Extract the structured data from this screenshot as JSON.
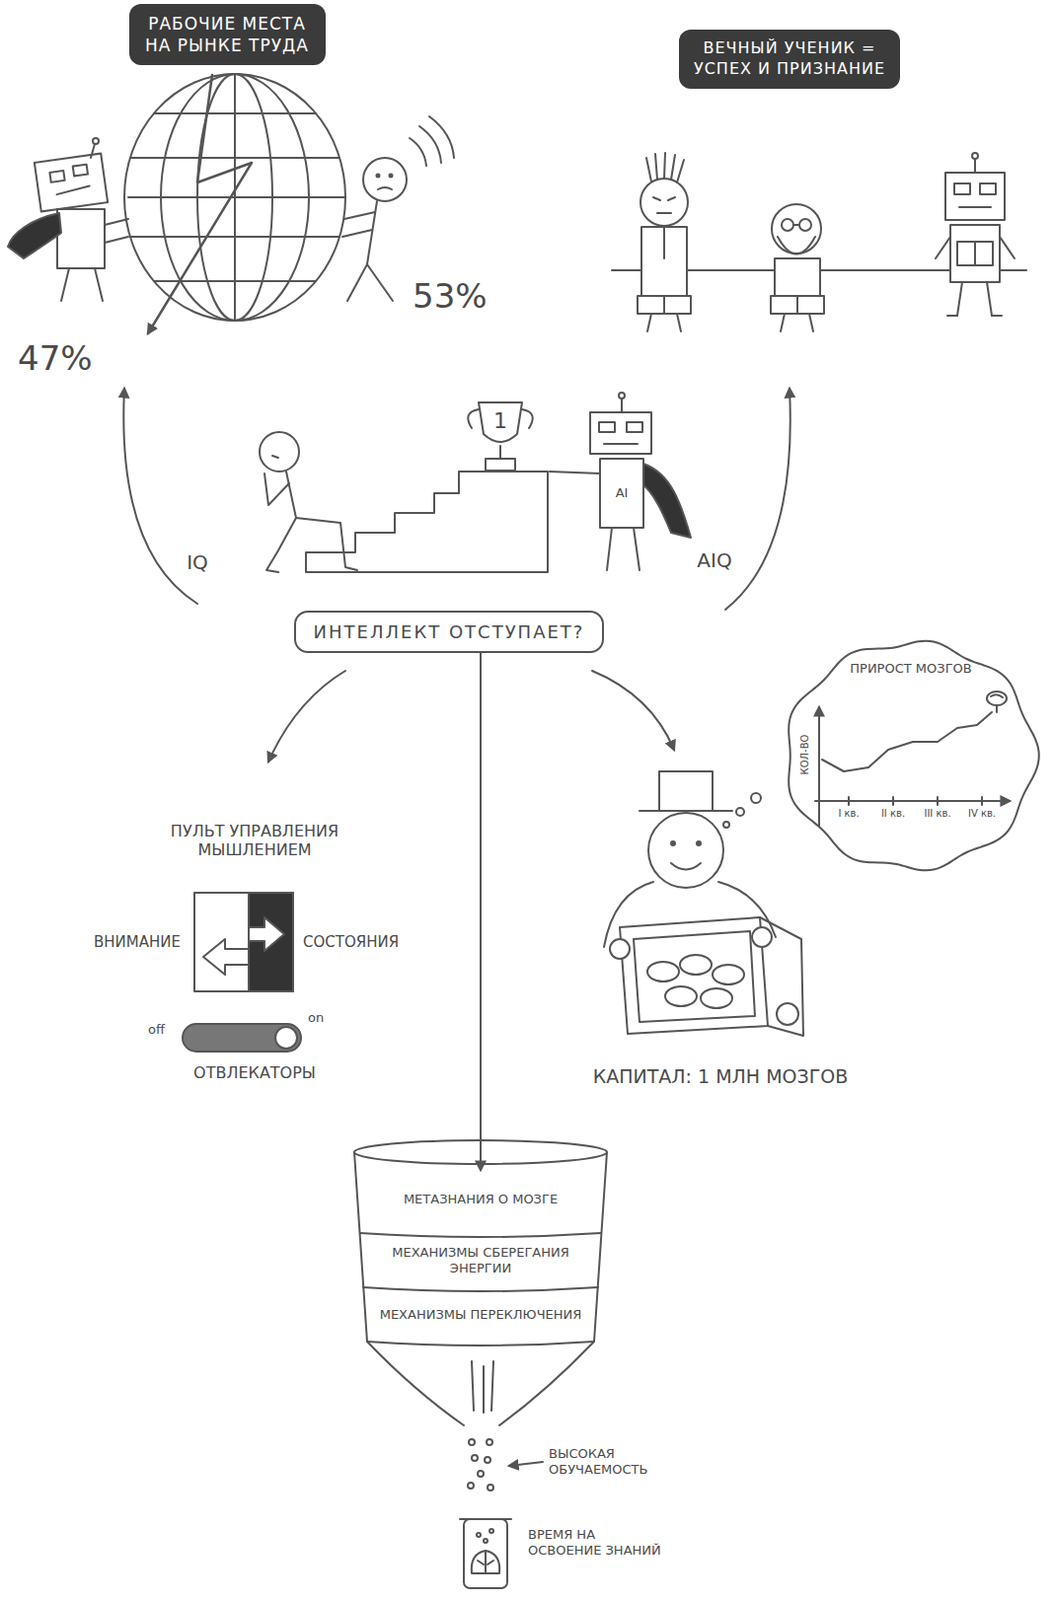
{
  "diagram": {
    "nodes": [
      {
        "text": [
          "РАБОЧИЕ МЕСТА НА РЫНКЕ ТРУДА"
        ]
      },
      {
        "text": [
          "ВЕЧНЫЙ УЧЕНИК = УСПЕХ И ПРИЗНАНИЕ"
        ]
      },
      {
        "text": [
          "ИНТЕЛЛЕКТ ОТСТУПАЕТ?"
        ]
      },
      {
        "text": [
          "ПРИРОСТ МОЗГОВ"
        ]
      },
      {
        "text": [
          "МЕТАЗНАНИЯ О МОЗГЕ"
        ]
      },
      {
        "text": [
          "МЕХАНИЗМЫ СБЕРЕГАНИЯ ЭНЕРГИИ"
        ]
      },
      {
        "text": [
          "МЕХАНИЗМЫ ПЕРЕКЛЮЧЕНИЯ"
        ]
      }
    ],
    "edges": [
      {
        "from": 2,
        "to": 4,
        "arrow": "to"
      }
    ],
    "labels": [
      "53%",
      "47%",
      "1",
      "AI",
      "IQ",
      "AIQ",
      "КОЛ-ВО",
      "I кв.",
      "II кв.",
      "III кв.",
      "IV кв.",
      "ПУЛЬТ УПРАВЛЕНИЯ МЫШЛЕНИЕМ",
      "ВНИМАНИЕ",
      "СОСТОЯНИЯ",
      "off",
      "on",
      "ОТВЛЕКАТОРЫ",
      "КАПИТАЛ: 1 МЛН МОЗГОВ",
      "ВЫСОКАЯ ОБУЧАЕМОСТЬ",
      "ВРЕМЯ НА ОСВОЕНИЕ ЗНАНИЙ"
    ]
  }
}
